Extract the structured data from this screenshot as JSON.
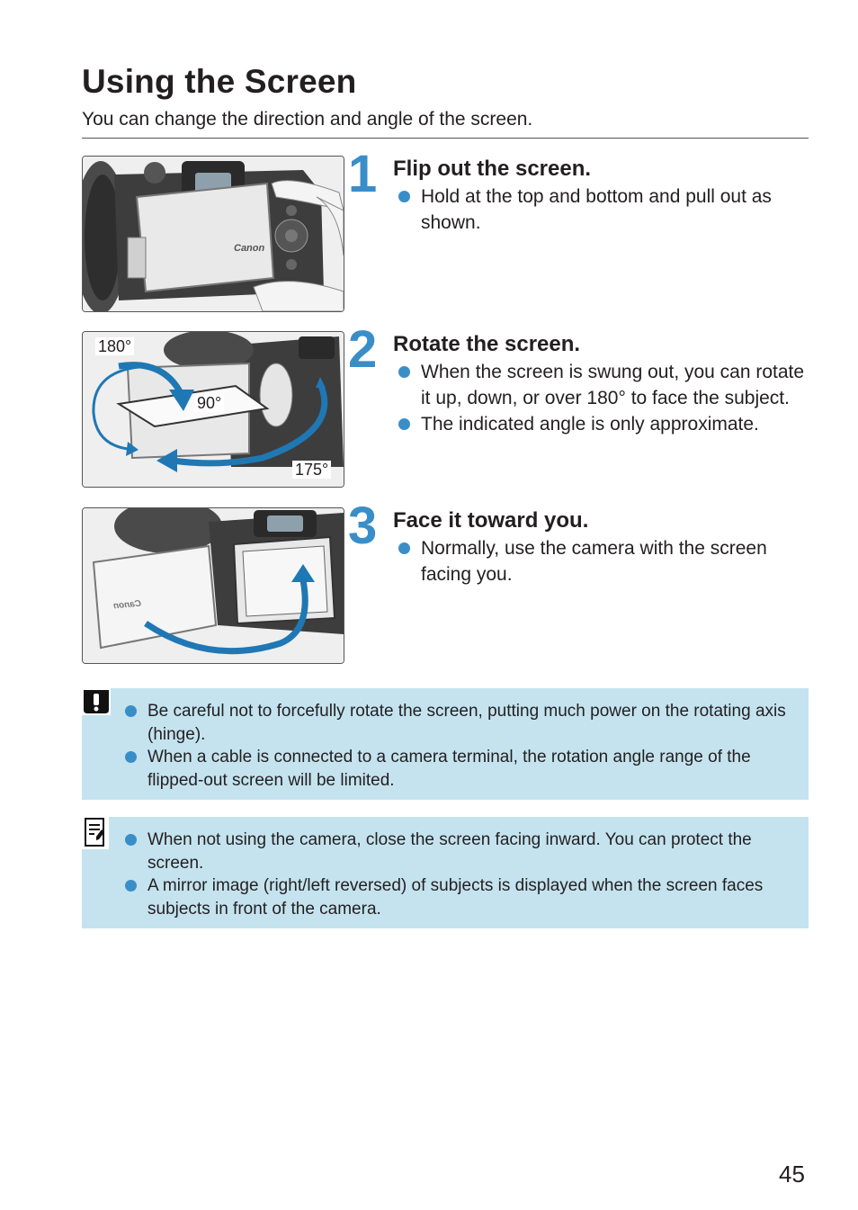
{
  "page": {
    "title": "Using the Screen",
    "intro": "You can change the direction and angle of the screen.",
    "number": "45"
  },
  "steps": [
    {
      "number": "1",
      "title": "Flip out the screen.",
      "bullets": [
        "Hold at the top and bottom and pull out as shown."
      ],
      "figure": {
        "brand_text": "Canon"
      }
    },
    {
      "number": "2",
      "title": "Rotate the screen.",
      "bullets": [
        "When the screen is swung out, you can rotate it up, down, or over 180° to face the subject.",
        "The indicated angle is only approximate."
      ],
      "figure": {
        "label_180": "180°",
        "label_90": "90°",
        "label_175": "175°"
      }
    },
    {
      "number": "3",
      "title": "Face it toward you.",
      "bullets": [
        "Normally, use the camera with the screen facing you."
      ],
      "figure": {
        "brand_text": "Canon"
      }
    }
  ],
  "caution": {
    "icon": "caution-icon",
    "items": [
      "Be careful not to forcefully rotate the screen, putting much power on the rotating axis (hinge).",
      "When a cable is connected to a camera terminal, the rotation angle range of the flipped-out screen will be limited."
    ]
  },
  "memo": {
    "icon": "memo-icon",
    "items": [
      "When not using the camera, close the screen facing inward. You can protect the screen.",
      "A mirror image (right/left reversed) of subjects is displayed when the screen faces subjects in front of the camera."
    ]
  },
  "colors": {
    "accent": "#3a8ec8",
    "note_background": "#c4e3ef",
    "arrow": "#1f78b4"
  }
}
